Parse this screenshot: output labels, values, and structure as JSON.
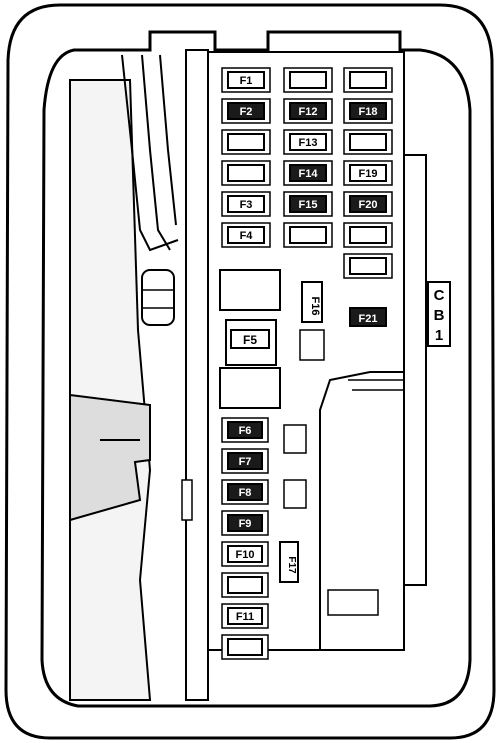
{
  "fuses": {
    "col1": [
      {
        "id": "f1",
        "label": "F1",
        "filled": false
      },
      {
        "id": "f2",
        "label": "F2",
        "filled": true
      },
      {
        "id": "c1-empty-3",
        "label": "",
        "filled": false
      },
      {
        "id": "c1-empty-4",
        "label": "",
        "filled": false
      },
      {
        "id": "f3",
        "label": "F3",
        "filled": false
      },
      {
        "id": "f4",
        "label": "F4",
        "filled": false
      }
    ],
    "col2": [
      {
        "id": "c2-empty-1",
        "label": "",
        "filled": false
      },
      {
        "id": "f12",
        "label": "F12",
        "filled": true
      },
      {
        "id": "f13",
        "label": "F13",
        "filled": false
      },
      {
        "id": "f14",
        "label": "F14",
        "filled": true
      },
      {
        "id": "f15",
        "label": "F15",
        "filled": true
      },
      {
        "id": "c2-empty-6",
        "label": "",
        "filled": false
      }
    ],
    "col3": [
      {
        "id": "c3-empty-1",
        "label": "",
        "filled": false
      },
      {
        "id": "f18",
        "label": "F18",
        "filled": true
      },
      {
        "id": "c3-empty-3",
        "label": "",
        "filled": false
      },
      {
        "id": "f19",
        "label": "F19",
        "filled": false
      },
      {
        "id": "f20",
        "label": "F20",
        "filled": true
      },
      {
        "id": "c3-empty-6",
        "label": "",
        "filled": false
      },
      {
        "id": "c3-empty-7",
        "label": "",
        "filled": false
      }
    ],
    "f21": "F21",
    "f16": "F16",
    "f5": "F5",
    "lower": [
      {
        "id": "f6",
        "label": "F6",
        "filled": true
      },
      {
        "id": "f7",
        "label": "F7",
        "filled": true
      },
      {
        "id": "f8",
        "label": "F8",
        "filled": true
      },
      {
        "id": "f9",
        "label": "F9",
        "filled": true
      },
      {
        "id": "f10",
        "label": "F10",
        "filled": false
      },
      {
        "id": "lower-empty-6",
        "label": "",
        "filled": false
      },
      {
        "id": "f11",
        "label": "F11",
        "filled": false
      },
      {
        "id": "lower-empty-8",
        "label": "",
        "filled": false
      }
    ],
    "f17": "F17"
  },
  "circuit_breaker": {
    "line1": "C",
    "line2": "B",
    "line3": "1"
  }
}
